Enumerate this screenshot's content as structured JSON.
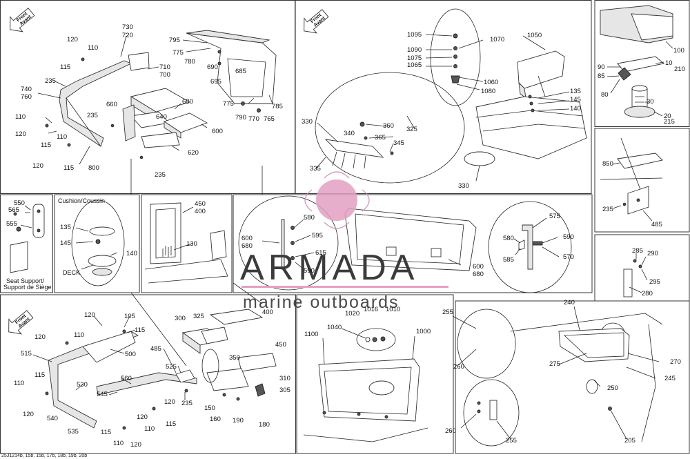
{
  "front_badge": {
    "line1": "Front",
    "line2": "Avant"
  },
  "captions": {
    "cushion": "Cushion/Coussin",
    "deck": "DECK",
    "seat_support_1": "Seat Support/",
    "seat_support_2": "Support de Siège"
  },
  "watermark": {
    "brand": "ARMADA",
    "tagline": "marine outboards",
    "accent_color": "#e3a0c3"
  },
  "footer": {
    "ref": "25J1214b, 15b, 15b, 17b, 18b, 19b, 20b"
  },
  "callouts": {
    "p1": [
      "730",
      "720",
      "120",
      "110",
      "115",
      "235",
      "740",
      "760",
      "110",
      "120",
      "115",
      "110",
      "120",
      "115",
      "800",
      "710",
      "700",
      "795",
      "775",
      "780",
      "690",
      "695",
      "685",
      "775",
      "790",
      "770",
      "765",
      "785",
      "660",
      "680",
      "640",
      "235",
      "600",
      "620",
      "235"
    ],
    "p2": [
      "1095",
      "1090",
      "1075",
      "1065",
      "1070",
      "1060",
      "1080",
      "1050",
      "135",
      "145",
      "140",
      "330",
      "340",
      "365",
      "345",
      "360",
      "325",
      "335",
      "330"
    ],
    "p3": [
      "100",
      "90",
      "85",
      "10",
      "210",
      "80",
      "30",
      "20",
      "215"
    ],
    "p4": [
      "850",
      "235",
      "485"
    ],
    "p5": [
      "550",
      "565",
      "555"
    ],
    "p6": [
      "135",
      "145",
      "140"
    ],
    "p7": [
      "450",
      "400",
      "130"
    ],
    "p8": [
      "600",
      "680",
      "580",
      "595",
      "615",
      "590",
      "600",
      "680",
      "575",
      "580",
      "585",
      "590",
      "570"
    ],
    "p9": [
      "285",
      "290",
      "295",
      "280"
    ],
    "p10": [
      "120",
      "105",
      "115",
      "120",
      "110",
      "515",
      "500",
      "115",
      "110",
      "120",
      "530",
      "545",
      "560",
      "485",
      "525",
      "540",
      "535",
      "115",
      "110",
      "120",
      "120",
      "110",
      "115",
      "235",
      "120"
    ],
    "p11": [
      "300",
      "325",
      "400",
      "450",
      "350",
      "310",
      "305",
      "150",
      "160",
      "190",
      "180"
    ],
    "p12": [
      "1016",
      "1010",
      "1020",
      "1040",
      "1100",
      "1000"
    ],
    "p13": [
      "240",
      "255",
      "260",
      "275",
      "270",
      "250",
      "245",
      "260",
      "255",
      "205"
    ]
  }
}
